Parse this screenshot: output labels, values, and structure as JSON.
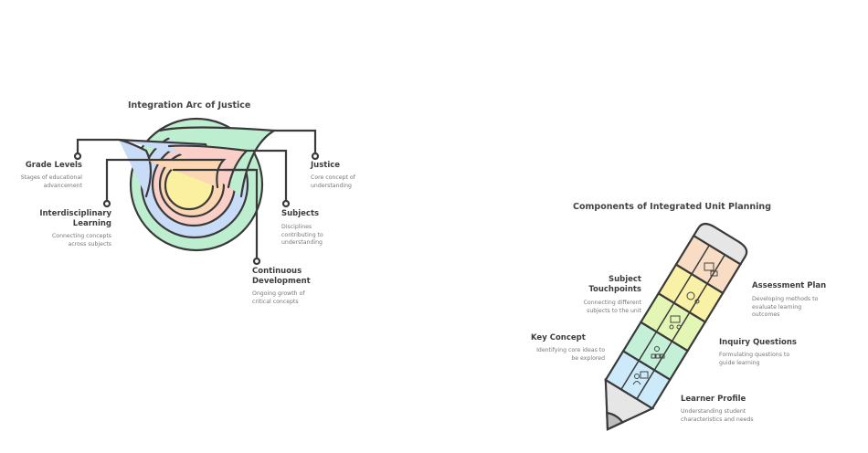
{
  "left": {
    "title": "Integration Arc of Justice",
    "items": [
      {
        "title": "Grade Levels",
        "desc": "Stages of educational advancement",
        "color": "#c9dcf7"
      },
      {
        "title": "Justice",
        "desc": "Core concept of understanding",
        "color": "#bdeed0"
      },
      {
        "title": "Interdisciplinary Learning",
        "desc": "Connecting concepts across subjects",
        "color": "#f9cfc8"
      },
      {
        "title": "Subjects",
        "desc": "Disciplines contributing to understanding",
        "color": "#fbd7b4"
      },
      {
        "title": "Continuous Development",
        "desc": "Ongoing growth of critical concepts",
        "color": "#faf0a0"
      }
    ]
  },
  "right": {
    "title": "Components of Integrated Unit Planning",
    "items": [
      {
        "title": "Subject Touchpoints",
        "desc": "Connecting different subjects to the unit",
        "icon": "brain-network-icon",
        "color": "#f8f1a6"
      },
      {
        "title": "Assessment Plan",
        "desc": "Developing methods to evaluate learning outcomes",
        "icon": "board-book-icon",
        "color": "#f9dcc4"
      },
      {
        "title": "Key Concept",
        "desc": "Identifying core ideas to be explored",
        "icon": "lightbulb-hierarchy-icon",
        "color": "#c4f0d8"
      },
      {
        "title": "Inquiry Questions",
        "desc": "Formulating questions to guide learning",
        "icon": "question-people-icon",
        "color": "#e4f6b4"
      },
      {
        "title": "Learner Profile",
        "desc": "Understanding student characteristics and needs",
        "icon": "learner-board-icon",
        "color": "#cdeafa"
      }
    ]
  }
}
